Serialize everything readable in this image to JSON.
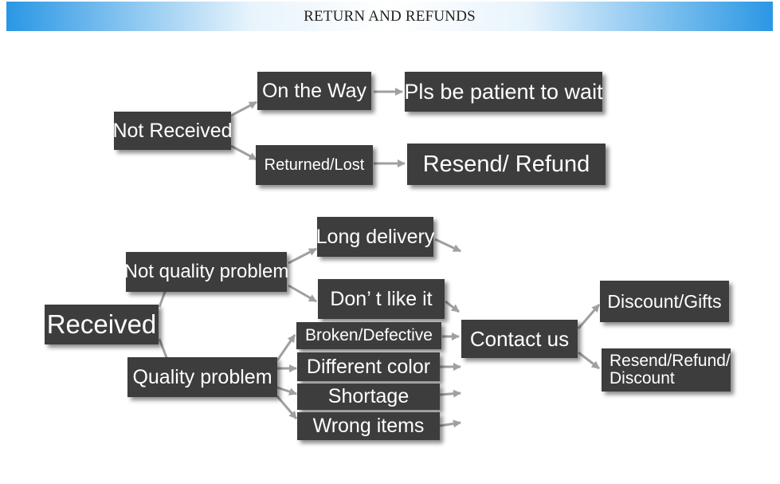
{
  "header": {
    "title": "RETURN AND REFUNDS"
  },
  "nodes": {
    "not_received": "Not Received",
    "on_the_way": "On the Way",
    "be_patient": "Pls be patient to wait",
    "returned_lost": "Returned/Lost",
    "resend_refund": "Resend/ Refund",
    "received": "Received",
    "not_quality_problem": "Not quality problem",
    "long_delivery": "Long delivery",
    "dont_like_it": "Don’ t like it",
    "quality_problem": "Quality problem",
    "broken_defective": "Broken/Defective",
    "different_color": "Different color",
    "shortage": "Shortage",
    "wrong_items": "Wrong items",
    "contact_us": "Contact us",
    "discount_gifts": "Discount/Gifts",
    "resend_refund_discount_line1": "Resend/Refund/",
    "resend_refund_discount_line2": "Discount"
  },
  "colors": {
    "node_fill": "#3d3d3d",
    "node_text": "#ffffff",
    "arrow": "#a0a0a0",
    "header_gradient_edge": "#2a97e4"
  }
}
